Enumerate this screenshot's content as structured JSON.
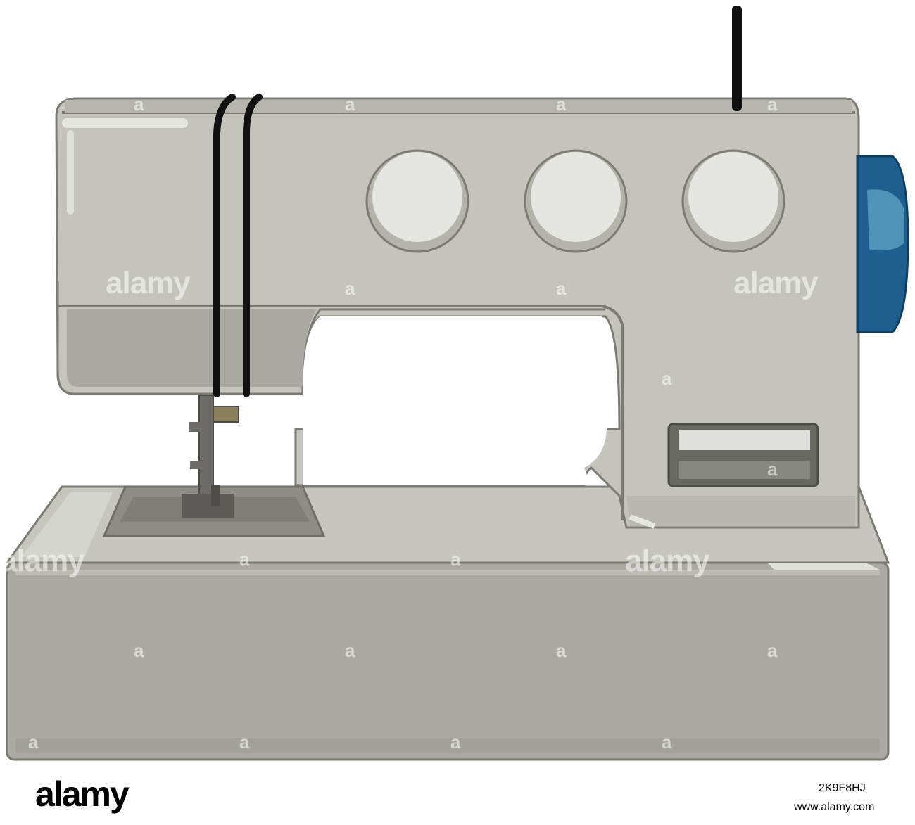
{
  "watermark": {
    "text": "alamy",
    "letter": "a"
  },
  "footer": {
    "logo": "alamy",
    "image_id": "2K9F8HJ",
    "url": "www.alamy.com"
  },
  "colors": {
    "body": "#c4c4bc",
    "body_shadow": "#a9a9a1",
    "outline": "#7b7b74",
    "base": "#aaa9a2",
    "knob": "#e5e5e2",
    "handwheel": "#1e5f8f",
    "thread": "#111111"
  }
}
